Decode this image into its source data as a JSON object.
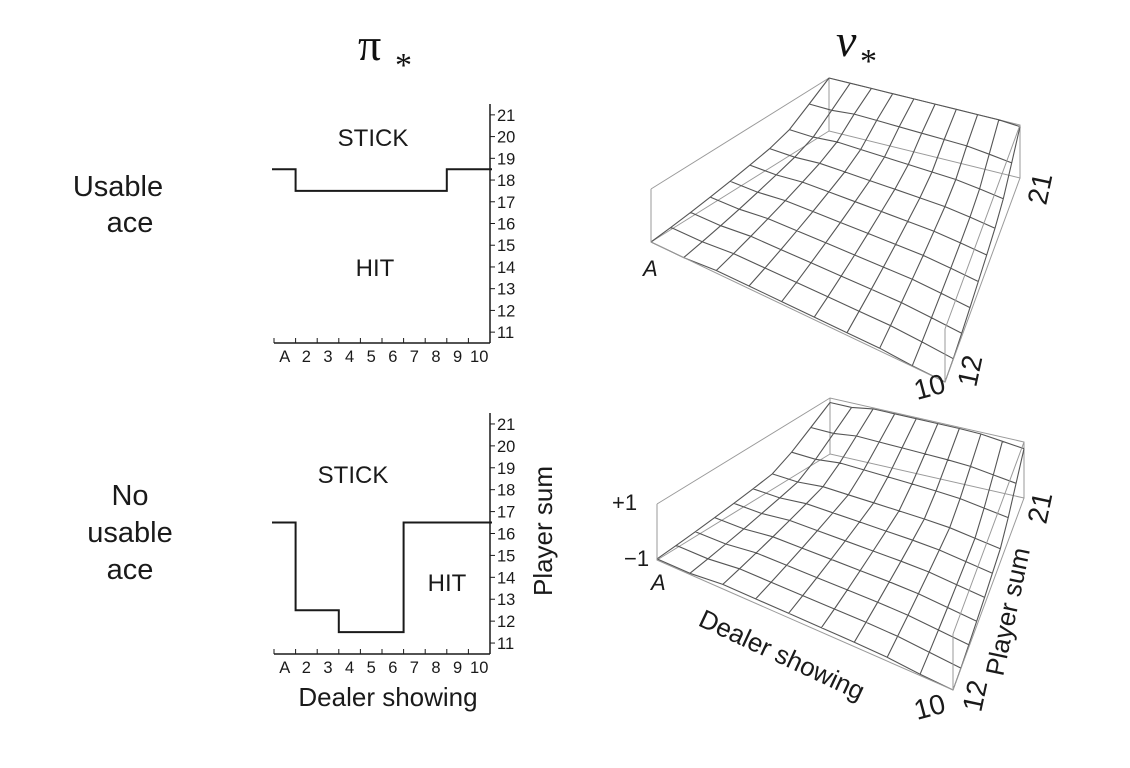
{
  "headers": {
    "policy": "π",
    "value": "v",
    "subscript": "*"
  },
  "rows": [
    {
      "label_lines": [
        "Usable",
        "ace"
      ],
      "policy": {
        "stick_label": "STICK",
        "hit_label": "HIT",
        "threshold_y": [
          18.5,
          17.5,
          17.5,
          17.5,
          17.5,
          17.5,
          17.5,
          17.5,
          18.5,
          18.5
        ]
      },
      "surface": {
        "corner_dealer_A": "A",
        "corner_dealer_10": "10",
        "corner_player_12": "12",
        "corner_player_21": "21"
      }
    },
    {
      "label_lines": [
        "No",
        "usable",
        "ace"
      ],
      "policy": {
        "stick_label": "STICK",
        "hit_label": "HIT",
        "threshold_y": [
          16.5,
          12.5,
          12.5,
          11.5,
          11.5,
          11.5,
          16.5,
          16.5,
          16.5,
          16.5
        ]
      },
      "surface": {
        "corner_dealer_A": "A",
        "corner_dealer_10": "10",
        "corner_player_12": "12",
        "corner_player_21": "21",
        "z_max_label": "+1",
        "z_min_label": "−1",
        "dealer_axis_label": "Dealer showing",
        "player_axis_label": "Player sum"
      }
    }
  ],
  "policy_axes": {
    "x_ticks": [
      "A",
      "2",
      "3",
      "4",
      "5",
      "6",
      "7",
      "8",
      "9",
      "10"
    ],
    "y_ticks": [
      "11",
      "12",
      "13",
      "14",
      "15",
      "16",
      "17",
      "18",
      "19",
      "20",
      "21"
    ],
    "x_label": "Dealer showing",
    "y_label": "Player sum"
  },
  "chart_data": [
    {
      "type": "step",
      "row": "Usable ace",
      "x_categories": [
        "A",
        "2",
        "3",
        "4",
        "5",
        "6",
        "7",
        "8",
        "9",
        "10"
      ],
      "y_range": [
        11,
        21
      ],
      "boundary": [
        18.5,
        17.5,
        17.5,
        17.5,
        17.5,
        17.5,
        17.5,
        17.5,
        18.5,
        18.5
      ],
      "above": "STICK",
      "below": "HIT"
    },
    {
      "type": "step",
      "row": "No usable ace",
      "x_categories": [
        "A",
        "2",
        "3",
        "4",
        "5",
        "6",
        "7",
        "8",
        "9",
        "10"
      ],
      "y_range": [
        11,
        21
      ],
      "boundary": [
        16.5,
        12.5,
        12.5,
        11.5,
        11.5,
        11.5,
        16.5,
        16.5,
        16.5,
        16.5
      ],
      "above": "STICK",
      "below": "HIT"
    }
  ]
}
